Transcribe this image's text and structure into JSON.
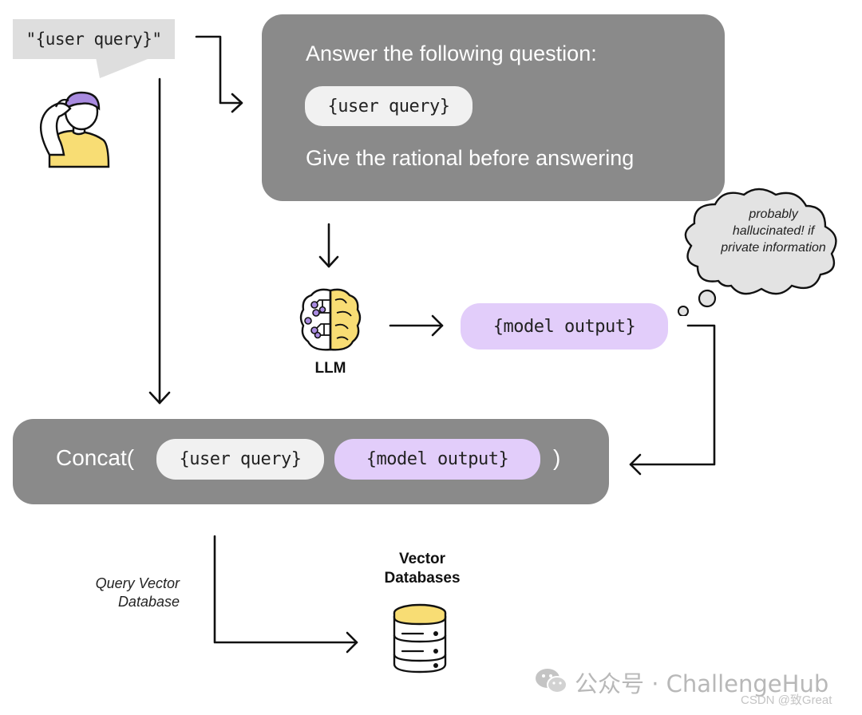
{
  "speech_bubble": {
    "text": "\"{user query}\""
  },
  "prompt": {
    "line1": "Answer the following question:",
    "query_pill": "{user query}",
    "line2": "Give the rational before answering"
  },
  "llm": {
    "label": "LLM"
  },
  "model_output": {
    "text": "{model output}"
  },
  "thought": {
    "text": "probably hallucinated! if private information"
  },
  "concat": {
    "open": "Concat(",
    "query_pill": "{user query}",
    "output_pill": "{model output}",
    "close": ")"
  },
  "query_vector_label": {
    "line1": "Query Vector",
    "line2": "Database"
  },
  "vector_db": {
    "line1": "Vector",
    "line2": "Databases"
  },
  "watermark": {
    "text": "公众号 · ChallengeHub"
  },
  "csdn": {
    "text": "CSDN @致Great"
  },
  "colors": {
    "box_gray": "#8a8a8a",
    "pill_white": "#f1f1f1",
    "pill_purple": "#e2cdfa",
    "brain_purple": "#a98be0",
    "brain_yellow": "#f8dd74",
    "shirt_yellow": "#f8dd74",
    "hair_purple": "#a98be0",
    "db_yellow": "#f8dd74"
  }
}
